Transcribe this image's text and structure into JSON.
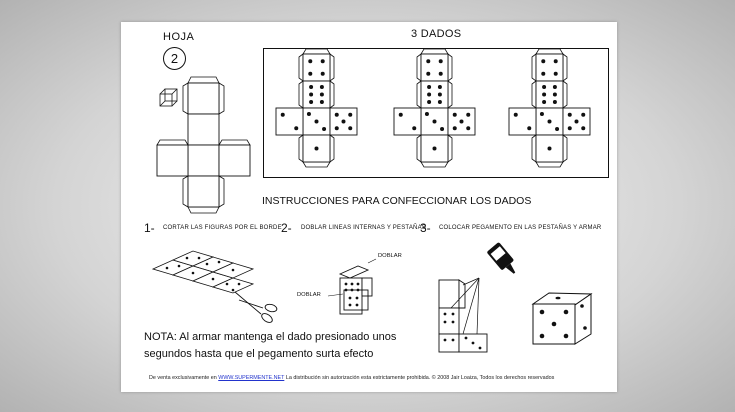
{
  "sheet": {
    "hoja_label": "HOJA",
    "hoja_number": "2",
    "dice_title": "3 DADOS",
    "instructions_title": "INSTRUCCIONES PARA CONFECCIONAR LOS DADOS",
    "steps": [
      {
        "number": "1-",
        "text": "CORTAR LAS FIGURAS POR EL BORDE"
      },
      {
        "number": "2-",
        "text": "DOBLAR LINEAS INTERNAS Y PESTAÑAS"
      },
      {
        "number": "3-",
        "text": "COLOCAR PEGAMENTO EN LAS PESTAÑAS Y ARMAR"
      }
    ],
    "fold_label_top": "DOBLAR",
    "fold_label_left": "DOBLAR",
    "note": "NOTA: Al armar mantenga el dado presionado unos segundos hasta que el pegamento surta efecto",
    "footer": {
      "prefix": "De venta exclusivamente en",
      "link": "WWW.SUPERMENTE.NET",
      "suffix": "La distribución sin autorización esta estrictamente prohibida. © 2008 Jair Loaiza, Todos los derechos reservados"
    }
  },
  "colors": {
    "ink": "#111111",
    "link": "#2233cc",
    "paper": "#ffffff"
  }
}
